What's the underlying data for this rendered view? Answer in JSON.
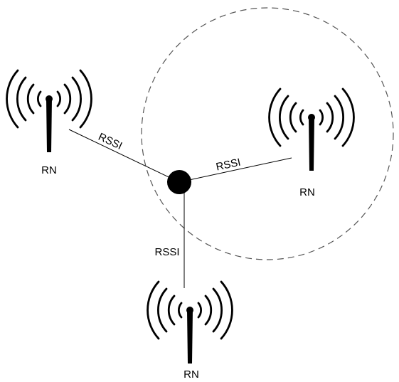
{
  "diagram": {
    "nodes": [
      {
        "id": "rn-left",
        "label": "RN",
        "icon": "radio-tower-icon"
      },
      {
        "id": "rn-right",
        "label": "RN",
        "icon": "radio-tower-icon"
      },
      {
        "id": "rn-bottom",
        "label": "RN",
        "icon": "radio-tower-icon"
      }
    ],
    "center": {
      "icon": "node-dot-icon"
    },
    "links": [
      {
        "from": "center",
        "to": "rn-left",
        "label": "RSSI"
      },
      {
        "from": "center",
        "to": "rn-right",
        "label": "RSSI"
      },
      {
        "from": "center",
        "to": "rn-bottom",
        "label": "RSSI"
      }
    ],
    "range_circle": {
      "around": "rn-right",
      "style": "dashed"
    },
    "colors": {
      "ink": "#000000",
      "circle": "#555555",
      "background": "#ffffff"
    }
  }
}
